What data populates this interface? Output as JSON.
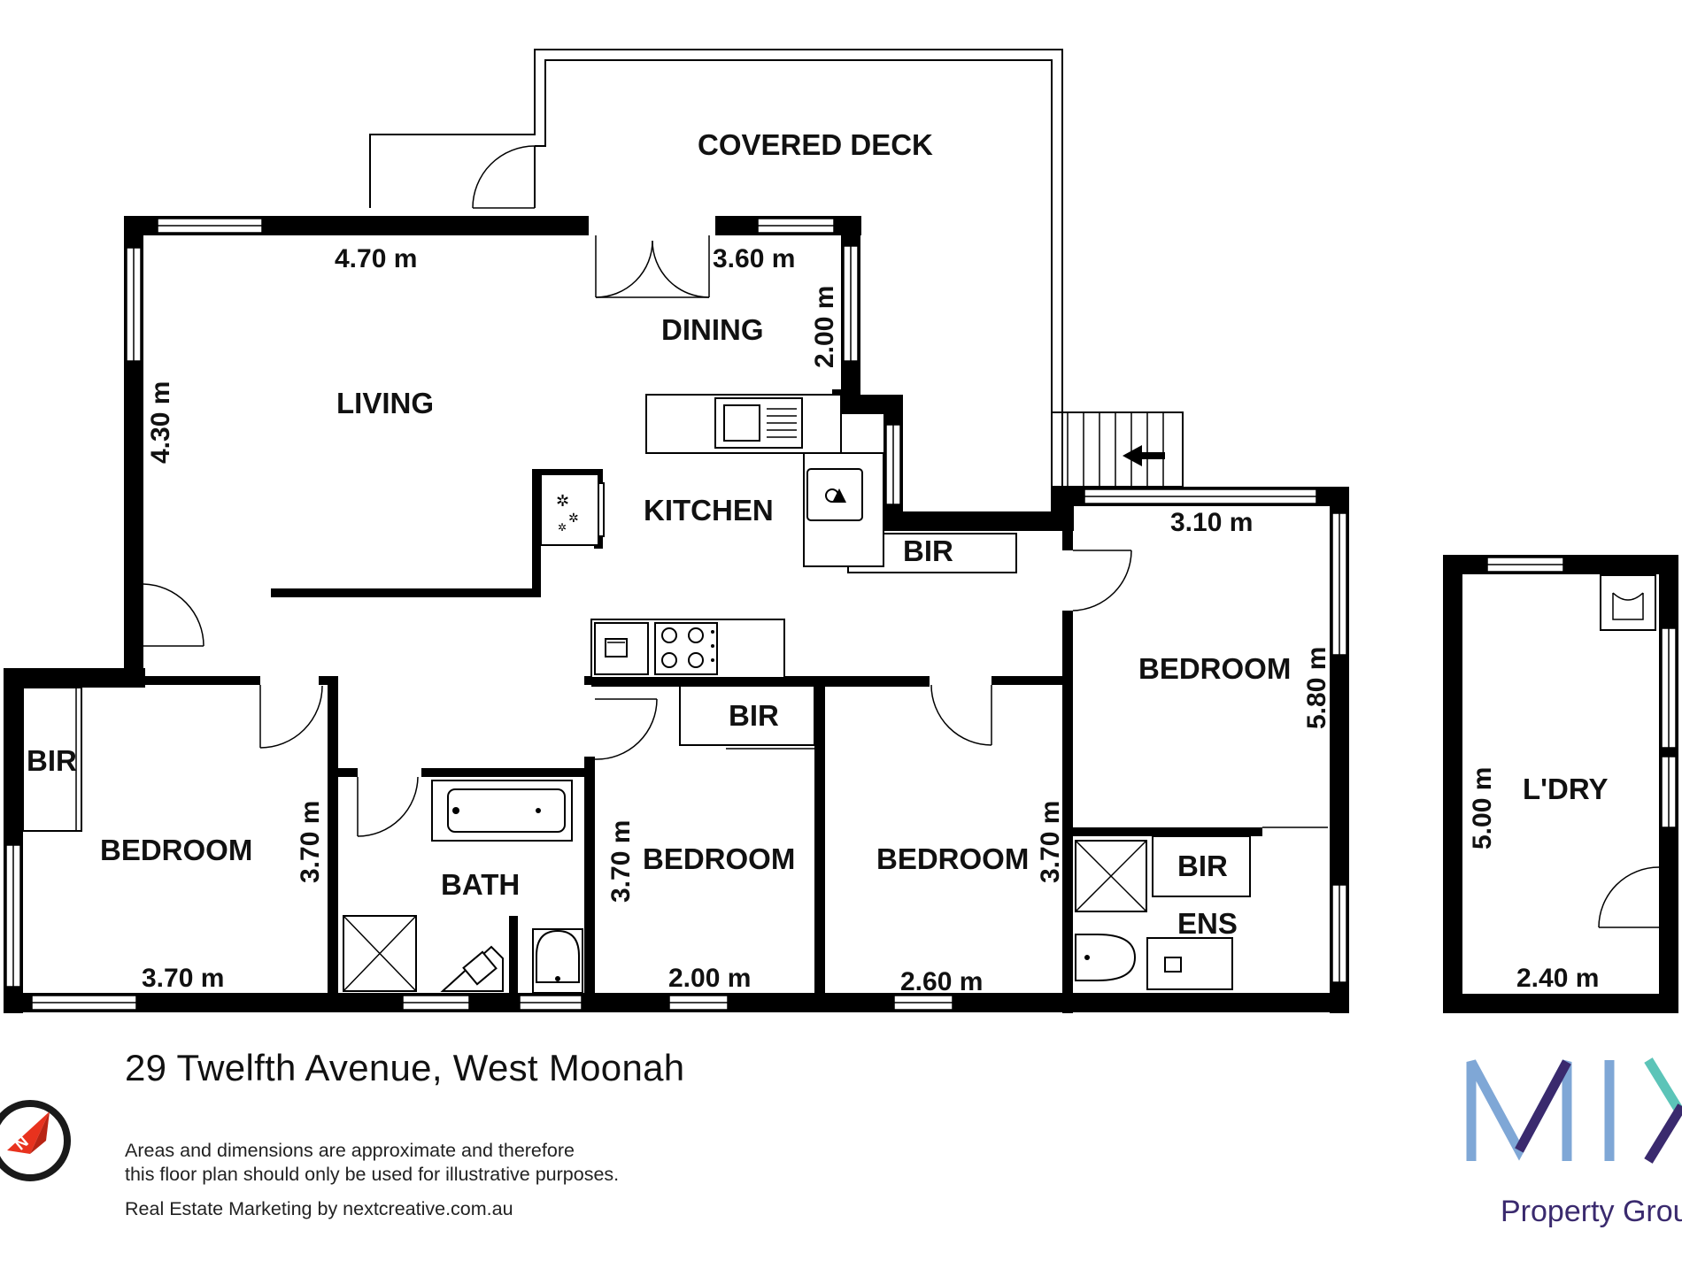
{
  "rooms": {
    "covered_deck": "COVERED DECK",
    "living": "LIVING",
    "dining": "DINING",
    "kitchen": "KITCHEN",
    "bir_kitchen": "BIR",
    "bedroom_1": "BEDROOM",
    "bedroom_2": "BEDROOM",
    "bedroom_3": "BEDROOM",
    "bedroom_4": "BEDROOM",
    "bir_left": "BIR",
    "bir_mid": "BIR",
    "bir_ens": "BIR",
    "bath": "BATH",
    "ens": "ENS",
    "laundry": "L'DRY"
  },
  "dimensions": {
    "living_width": "4.70 m",
    "living_depth": "4.30 m",
    "dining_width": "3.60 m",
    "dining_depth": "2.00 m",
    "bed_right_width": "3.10 m",
    "bed_right_depth": "5.80 m",
    "bed_left_depth": "3.70 m",
    "bed_left_width": "3.70 m",
    "bed_mid_depth": "3.70 m",
    "bed_mid_width": "2.00 m",
    "bed_mid2_depth": "3.70 m",
    "bed_mid2_width": "2.60 m",
    "laundry_depth": "5.00 m",
    "laundry_width": "2.40 m"
  },
  "footer": {
    "address": "29 Twelfth Avenue, West Moonah",
    "disclaimer_line1": "Areas and dimensions are approximate and therefore",
    "disclaimer_line2": "this floor plan should only be used for illustrative purposes.",
    "credit": "Real Estate Marketing by nextcreative.com.au"
  },
  "brand": {
    "logo_text": "MIX",
    "subtitle": "Property Group"
  },
  "colors": {
    "wall": "#000000",
    "logo_blue": "#7fa7d6",
    "logo_purple": "#3a2a6e",
    "logo_teal": "#5cc4b8",
    "compass_red": "#e8321e"
  },
  "icons": {
    "compass": "north-arrow-icon",
    "stair_arrow": "arrow-left-icon"
  }
}
